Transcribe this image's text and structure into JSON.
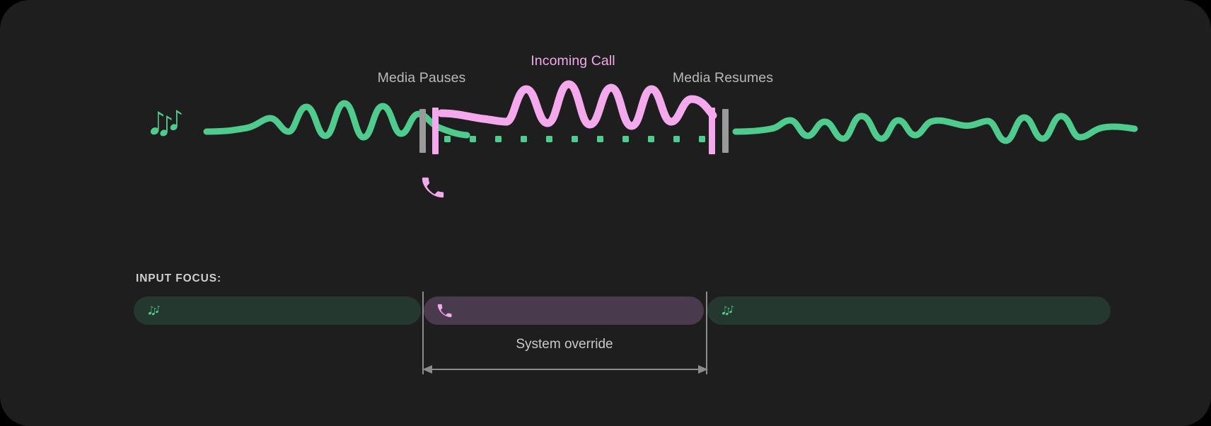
{
  "theme": {
    "page_background": "#000000",
    "card_background": "#1e1e1e",
    "media_accent": "#4ecb8d",
    "call_accent": "#f3a9ec",
    "marker_gray": "#9a9a9a",
    "label_gray": "#b9b9b9",
    "focus_media_fill": "#25382f",
    "focus_call_fill": "#4a3a4d"
  },
  "timeline": {
    "labels": {
      "media_pauses": "Media Pauses",
      "incoming_call": "Incoming Call",
      "media_resumes": "Media Resumes"
    },
    "icons": {
      "media_source": "music-notes-icon",
      "call_source": "phone-icon"
    },
    "segments": [
      {
        "name": "media-before",
        "type": "media-wave",
        "color": "#4ecb8d"
      },
      {
        "name": "call-interrupt",
        "type": "call-wave",
        "color": "#f3a9ec"
      },
      {
        "name": "media-suppressed",
        "type": "dotted-baseline",
        "color": "#4ecb8d"
      },
      {
        "name": "media-after",
        "type": "media-wave",
        "color": "#4ecb8d"
      }
    ],
    "markers": [
      {
        "name": "pause-marker-gray",
        "color": "#9a9a9a"
      },
      {
        "name": "pause-marker-pink",
        "color": "#f3a9ec"
      },
      {
        "name": "resume-marker-pink",
        "color": "#f3a9ec"
      },
      {
        "name": "resume-marker-gray",
        "color": "#9a9a9a"
      }
    ]
  },
  "focus": {
    "title": "INPUT FOCUS:",
    "bars": [
      {
        "name": "focus-bar-media-before",
        "owner": "media",
        "icon": "music-notes-icon",
        "fill": "#25382f"
      },
      {
        "name": "focus-bar-call",
        "owner": "call",
        "icon": "phone-icon",
        "fill": "#4a3a4d"
      },
      {
        "name": "focus-bar-media-after",
        "owner": "media",
        "icon": "music-notes-icon",
        "fill": "#25382f"
      }
    ],
    "override_label": "System override",
    "arrow": "double-headed-arrow"
  }
}
